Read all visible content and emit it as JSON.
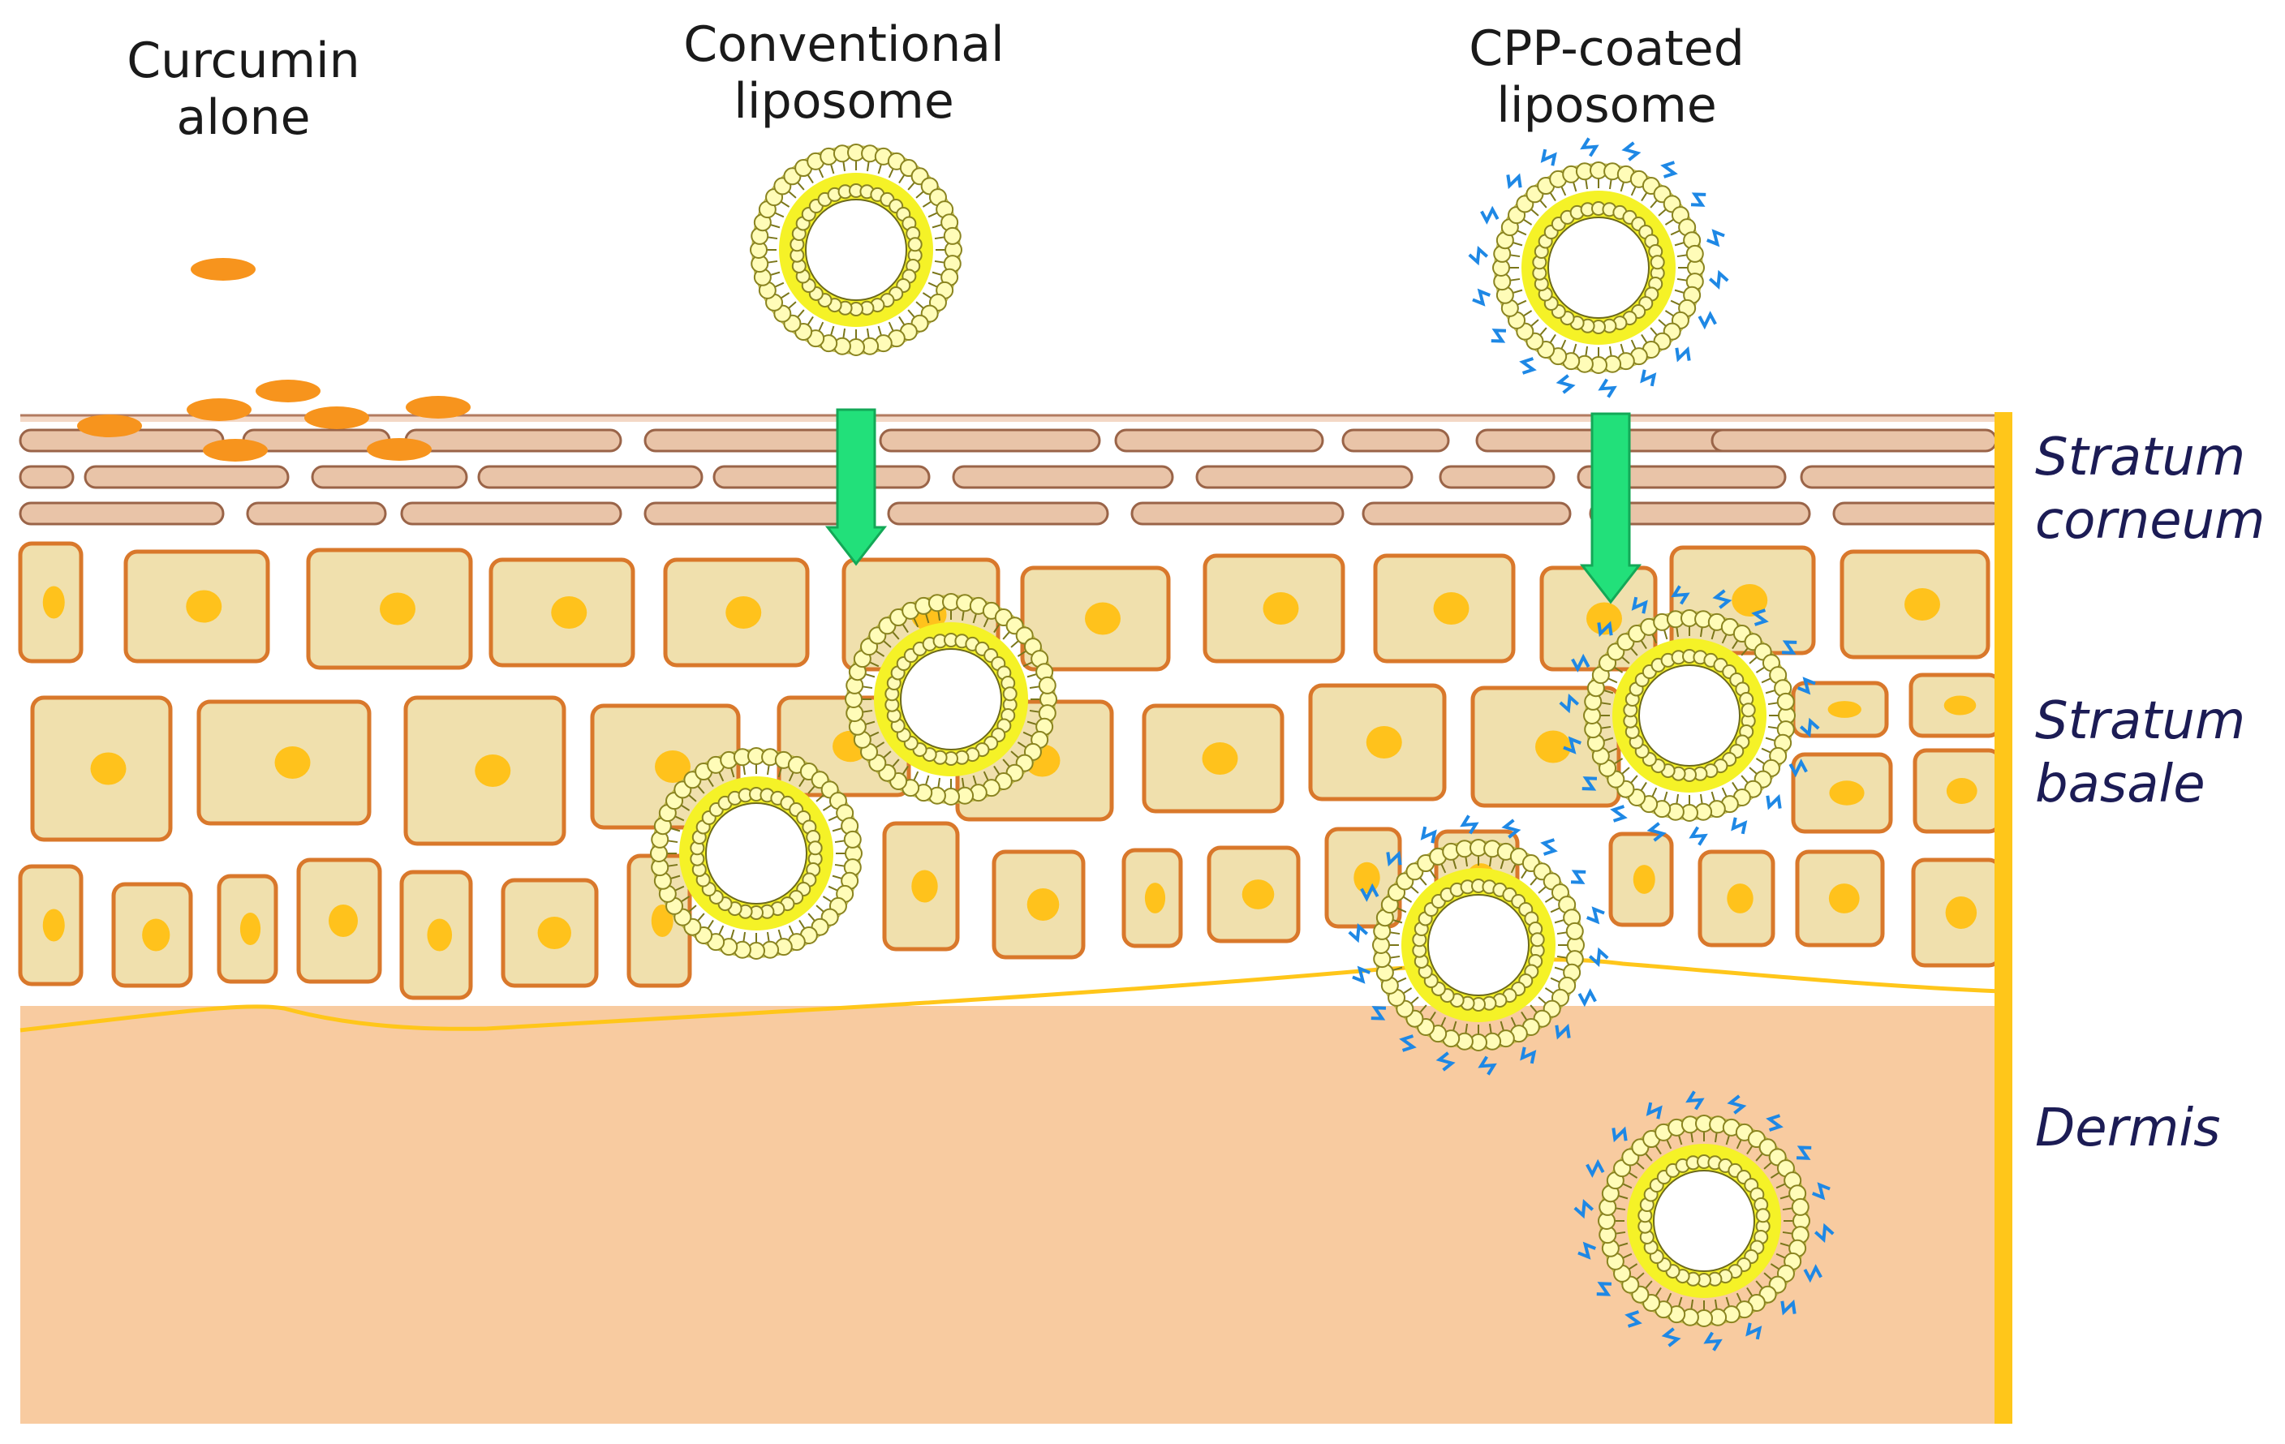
{
  "labels": {
    "curcumin": {
      "line1": "Curcumin",
      "line2": "alone"
    },
    "conventional": {
      "line1": "Conventional",
      "line2": "liposome"
    },
    "cpp": {
      "line1": "CPP-coated",
      "line2": "liposome"
    }
  },
  "layers": {
    "stratum_corneum": {
      "line1": "Stratum",
      "line2": "corneum"
    },
    "stratum_basale": {
      "line1": "Stratum",
      "line2": "basale"
    },
    "dermis": "Dermis"
  },
  "colors": {
    "dermis": "#f8cba0",
    "epidermis_cell_fill": "#f0e0ad",
    "epidermis_cell_stroke": "#d9782b",
    "nucleus": "#ffc21c",
    "corneocyte_fill": "#e9c4a8",
    "corneocyte_stroke": "#9a6448",
    "curcumin": "#f7941d",
    "liposome_fill": "#f5f227",
    "lipid_head": "#fffcb8",
    "peptide": "#1e88e5",
    "arrow": "#22e07a",
    "scale_bar": "#ffc61a"
  }
}
